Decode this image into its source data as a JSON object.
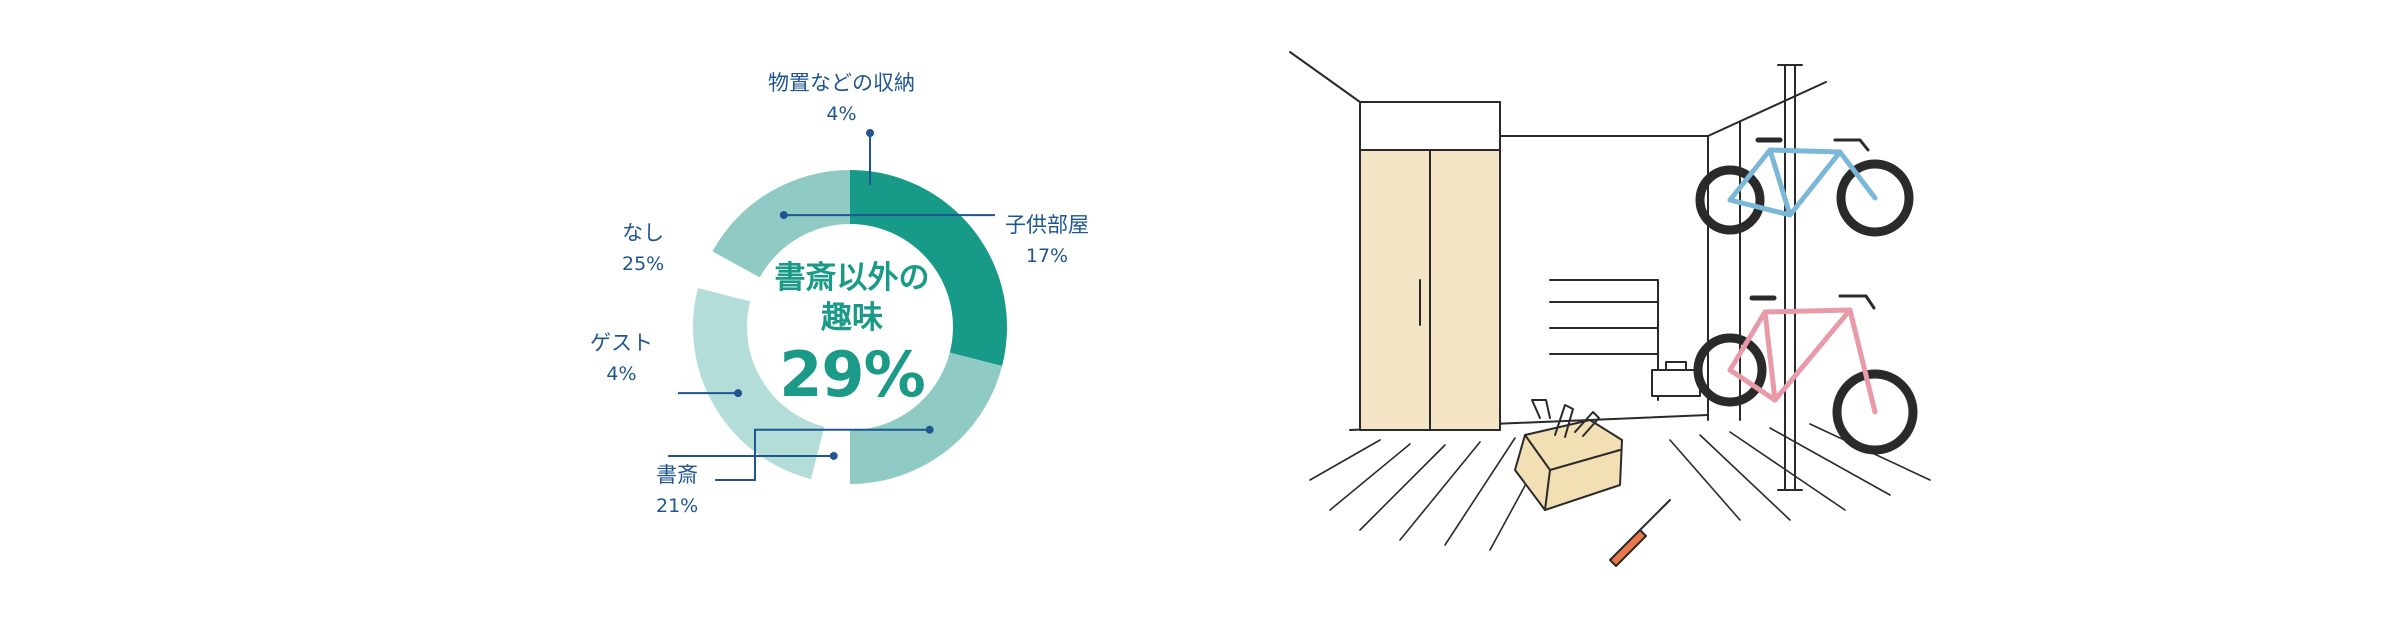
{
  "chart_data": {
    "type": "pie",
    "variant": "donut",
    "start_angle_deg": 0,
    "direction": "clockwise",
    "slices": [
      {
        "label": "趣味",
        "value": 29,
        "value_text": "29%",
        "color": "#179a88"
      },
      {
        "label": "書斎",
        "value": 21,
        "value_text": "21%",
        "color": "#8fcbc4"
      },
      {
        "label": "ゲスト",
        "value": 4,
        "value_text": "4%",
        "color": "#ffffff"
      },
      {
        "label": "なし",
        "value": 25,
        "value_text": "25%",
        "color": "#b2ddd8"
      },
      {
        "label": "物置などの収納",
        "value": 4,
        "value_text": "4%",
        "color": "#ffffff"
      },
      {
        "label": "子供部屋",
        "value": 17,
        "value_text": "17%",
        "color": "#8fcbc4"
      }
    ],
    "center": {
      "line1": "書斎以外の",
      "line2": "趣味",
      "value": "29%"
    },
    "leader_color": "#1f5691"
  }
}
